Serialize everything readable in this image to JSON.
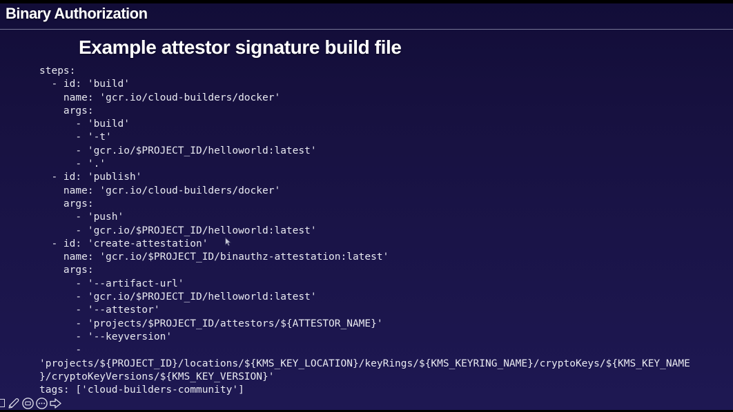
{
  "header": {
    "title": "Binary Authorization"
  },
  "slide": {
    "title": "Example attestor signature build file",
    "code_lines": [
      "steps:",
      "  - id: 'build'",
      "    name: 'gcr.io/cloud-builders/docker'",
      "    args:",
      "      - 'build'",
      "      - '-t'",
      "      - 'gcr.io/$PROJECT_ID/helloworld:latest'",
      "      - '.'",
      "  - id: 'publish'",
      "    name: 'gcr.io/cloud-builders/docker'",
      "    args:",
      "      - 'push'",
      "      - 'gcr.io/$PROJECT_ID/helloworld:latest'",
      "  - id: 'create-attestation'",
      "    name: 'gcr.io/$PROJECT_ID/binauthz-attestation:latest'",
      "    args:",
      "      - '--artifact-url'",
      "      - 'gcr.io/$PROJECT_ID/helloworld:latest'",
      "      - '--attestor'",
      "      - 'projects/$PROJECT_ID/attestors/${ATTESTOR_NAME}'",
      "      - '--keyversion'",
      "      -",
      "'projects/${PROJECT_ID}/locations/${KMS_KEY_LOCATION}/keyRings/${KMS_KEYRING_NAME}/cryptoKeys/${KMS_KEY_NAME",
      "}/cryptoKeyVersions/${KMS_KEY_VERSION}'",
      "tags: ['cloud-builders-community']"
    ]
  },
  "cursor": {
    "type": "arrow-pointer"
  },
  "toolbar": {
    "icons": [
      "square-icon",
      "pencil-icon",
      "screen-circle-icon",
      "more-circle-icon",
      "arrow-right-icon"
    ]
  },
  "colors": {
    "background_top": "#120d38",
    "background_bottom": "#1e1853",
    "header_text": "#ffffff",
    "title_text": "#ffffff",
    "code_text": "#e9eaf1",
    "divider": "#8c8ca8",
    "letterbox": "#000000",
    "icon_stroke": "#d9d9e6"
  }
}
